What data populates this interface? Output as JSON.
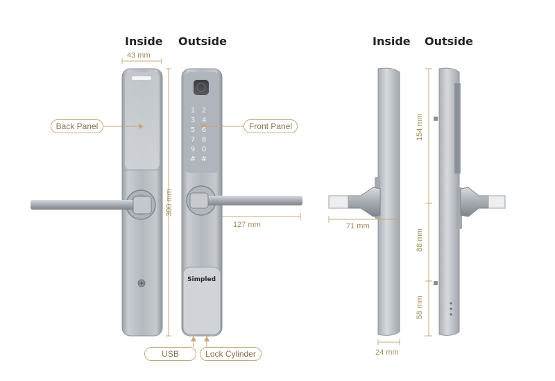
{
  "headings": {
    "front_inside": "Inside",
    "front_outside": "Outside",
    "side_inside": "Inside",
    "side_outside": "Outside"
  },
  "dimensions": {
    "width_top": "43 mm",
    "height_total": "300 mm",
    "handle_length": "127 mm",
    "handle_depth": "71 mm",
    "body_thickness": "24 mm",
    "upper_section": "154 mm",
    "middle_section": "88 mm",
    "lower_section": "58 mm"
  },
  "callouts": {
    "back_panel": "Back Panel",
    "front_panel": "Front Panel",
    "usb": "USB",
    "lock_cylinder": "Lock Cylinder"
  },
  "keypad": {
    "keys": [
      "1",
      "2",
      "3",
      "4",
      "5",
      "6",
      "7",
      "8",
      "9",
      "0",
      "#",
      "#"
    ]
  },
  "brand": "Simpled",
  "colors": {
    "accent": "#c8a878",
    "dimension_text": "#a58a5a",
    "metal": "#b9bec4"
  }
}
